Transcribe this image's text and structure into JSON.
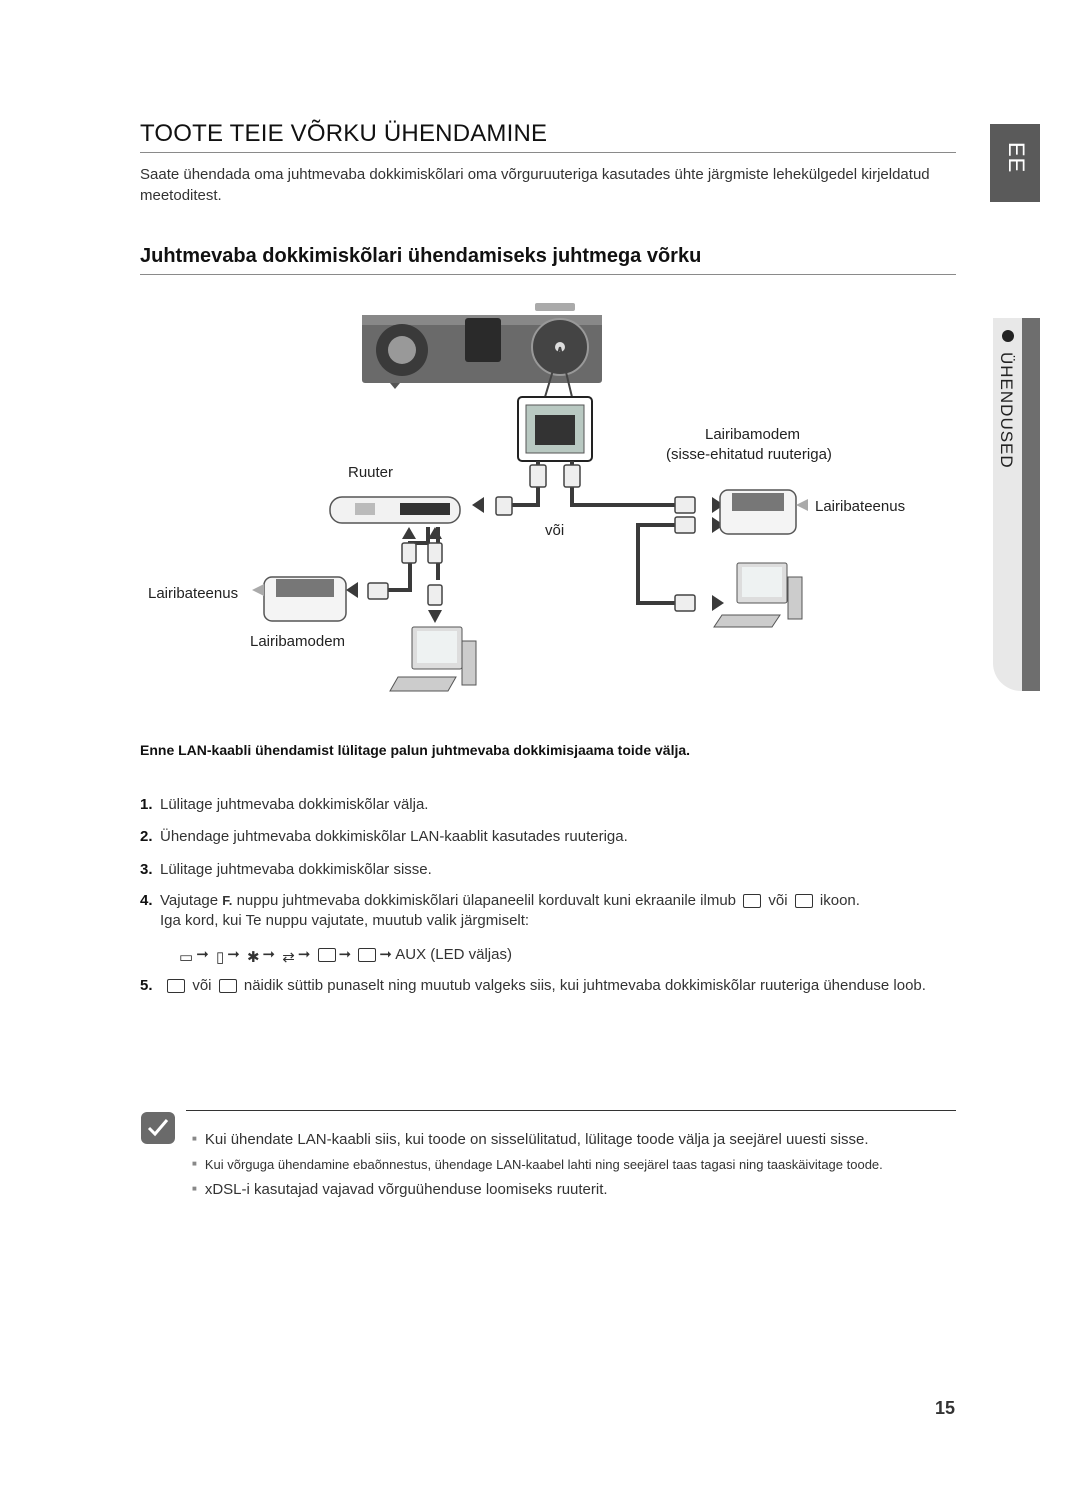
{
  "header": {
    "title": "TOOTE TEIE VÕRKU ÜHENDAMINE",
    "intro": "Saate ühendada oma juhtmevaba dokkimiskõlari oma võrguruuteriga kasutades ühte järgmiste lehekülgedel kirjeldatud meetoditest.",
    "subtitle": "Juhtmevaba dokkimiskõlari ühendamiseks juhtmega võrku"
  },
  "side": {
    "language_tab": "EE",
    "section_tab": "ÜHENDUSED"
  },
  "diagram": {
    "labels": {
      "router": "Ruuter",
      "modem_router_1": "Lairibamodem",
      "modem_router_2": "(sisse-ehitatud ruuteriga)",
      "service_right": "Lairibateenus",
      "or": "või",
      "service_left": "Lairibateenus",
      "modem_left": "Lairibamodem"
    }
  },
  "warning": "Enne LAN-kaabli ühendamist lülitage palun juhtmevaba dokkimisjaama toide välja.",
  "steps": [
    {
      "num": "1.",
      "text": "Lülitage juhtmevaba dokkimiskõlar välja."
    },
    {
      "num": "2.",
      "text": "Ühendage juhtmevaba dokkimiskõlar LAN-kaablit kasutades ruuteriga."
    },
    {
      "num": "3.",
      "text": "Lülitage juhtmevaba dokkimiskõlar sisse."
    },
    {
      "num": "4.",
      "text_a": "Vajutage",
      "button": "F.",
      "text_b": "nuppu juhtmevaba dokkimiskõlari ülapaneelil korduvalt kuni ekraanile ilmub",
      "or": "või",
      "text_c": "ikoon.",
      "line2": "Iga kord, kui Te nuppu vajutate, muutub valik järgmiselt:",
      "sequence_end": "AUX (LED väljas)"
    },
    {
      "num": "5.",
      "or": "või",
      "text": "näidik süttib punaselt ning muutub valgeks siis, kui juhtmevaba dokkimiskõlar ruuteriga ühenduse loob."
    }
  ],
  "notes": [
    "Kui ühendate LAN-kaabli siis, kui toode on sisselülitatud, lülitage toode välja ja seejärel uuesti sisse.",
    "Kui võrguga ühendamine ebaõnnestus, ühendage LAN-kaabel lahti ning seejärel taas tagasi ning taaskäivitage toode.",
    "xDSL-i kasutajad vajavad võrguühenduse loomiseks ruuterit."
  ],
  "page_number": "15"
}
